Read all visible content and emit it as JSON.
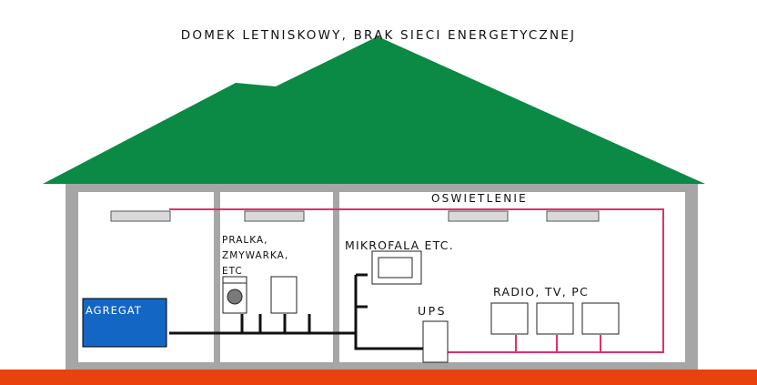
{
  "title": "DOMEK LETNISKOWY, BRAK SIECI ENERGETYCZNEJ",
  "labels": {
    "lighting": "OSWIETLENIE",
    "microwave": "MIKROFALA ETC.",
    "washing": [
      "PRALKA,",
      "ZMYWARKA,",
      "ETC"
    ],
    "ups": "UPS",
    "devices": "RADIO, TV, PC",
    "generator": "AGREGAT"
  },
  "colors": {
    "roof": "#0a8a45",
    "walls": "#a6a6a6",
    "ground": "#e8420f",
    "generator": "#1466c4",
    "power_line": "#111111",
    "lighting_line": "#e0306a",
    "lamp": "#d9d9d9"
  },
  "icons": [
    "washing-machine-icon",
    "dishwasher-icon",
    "microwave-icon"
  ]
}
